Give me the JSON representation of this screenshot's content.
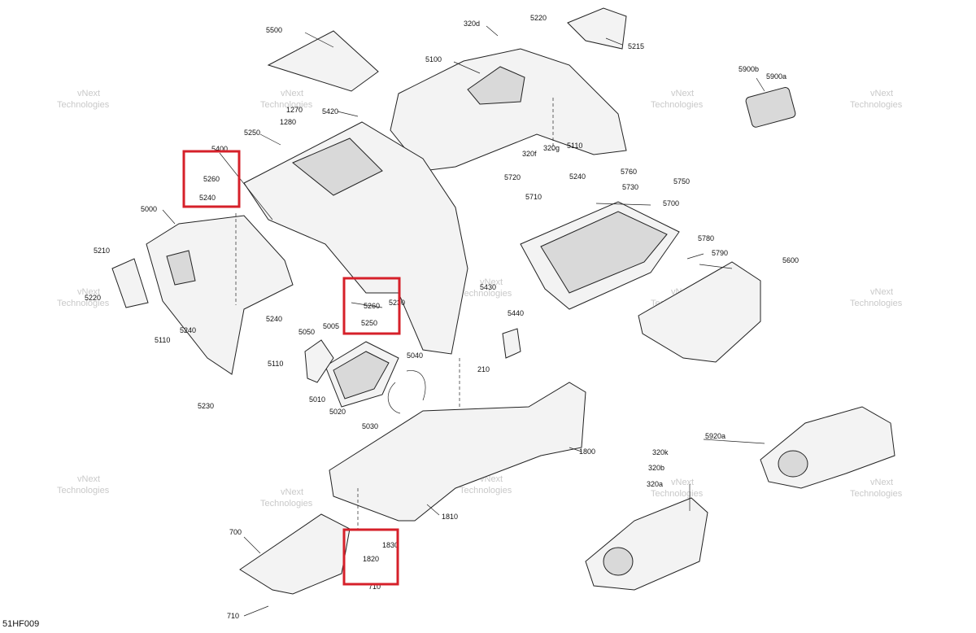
{
  "figure_id": "51HF009",
  "watermark": {
    "line1": "vNext",
    "line2": "Technologies"
  },
  "highlight_color": "#d6202a",
  "callouts": [
    "5500",
    "320d",
    "5220",
    "5215",
    "5100",
    "5900b",
    "5900a",
    "1270",
    "5420",
    "1280",
    "5250",
    "5400",
    "5260",
    "5240",
    "320f",
    "320g",
    "5110",
    "5240",
    "5760",
    "5720",
    "5730",
    "5750",
    "5710",
    "5700",
    "5000",
    "5210",
    "5220",
    "5780",
    "5790",
    "5600",
    "5260",
    "5250",
    "5230",
    "5430",
    "5110",
    "5240",
    "5240",
    "5050",
    "5005",
    "5440",
    "5110",
    "210",
    "5040",
    "5010",
    "5020",
    "5030",
    "5230",
    "1800",
    "5920a",
    "320k",
    "320b",
    "320a",
    "1810",
    "700",
    "1830",
    "1820",
    "710",
    "710"
  ]
}
